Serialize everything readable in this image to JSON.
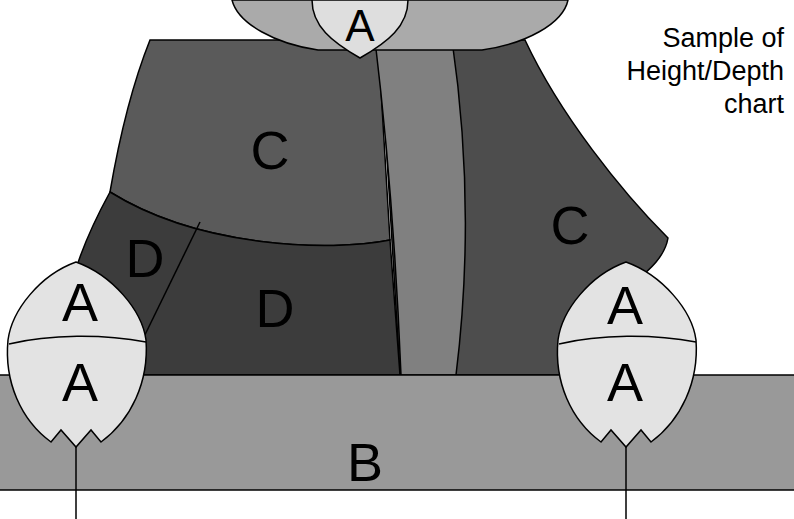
{
  "diagram": {
    "title": "Sample of Height/Depth chart",
    "nodes": [
      {
        "text": [
          "A"
        ]
      },
      {
        "text": [
          "C"
        ]
      },
      {
        "text": [
          "C"
        ]
      },
      {
        "text": [
          "D"
        ]
      },
      {
        "text": [
          "A"
        ]
      },
      {
        "text": [
          "D"
        ]
      },
      {
        "text": [
          "A"
        ]
      },
      {
        "text": [
          "A"
        ]
      },
      {
        "text": [
          "A"
        ]
      },
      {
        "text": [
          "B"
        ]
      }
    ]
  }
}
